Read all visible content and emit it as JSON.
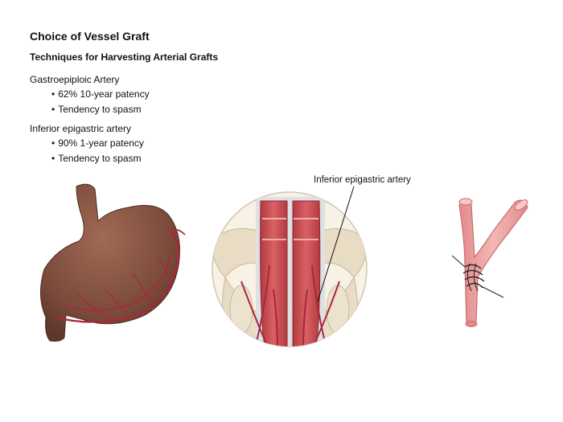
{
  "title": "Choice of Vessel Graft",
  "subtitle": "Techniques for Harvesting Arterial Grafts",
  "sections": [
    {
      "heading": "Gastroepiploic Artery",
      "bullets": [
        "62% 10-year patency",
        "Tendency to spasm"
      ]
    },
    {
      "heading": "Inferior epigastric artery",
      "bullets": [
        "90% 1-year patency",
        "Tendency to spasm"
      ]
    }
  ],
  "callout": "Inferior epigastric artery",
  "colors": {
    "stomach": "#7a4a3a",
    "artery": "#a8283a",
    "muscle": "#c9454a",
    "bone": "#e8dcc4",
    "vessel_graft": "#e9a1a1"
  },
  "illustrations": [
    "stomach-illustration",
    "pelvis-illustration",
    "anastomosis-illustration"
  ]
}
